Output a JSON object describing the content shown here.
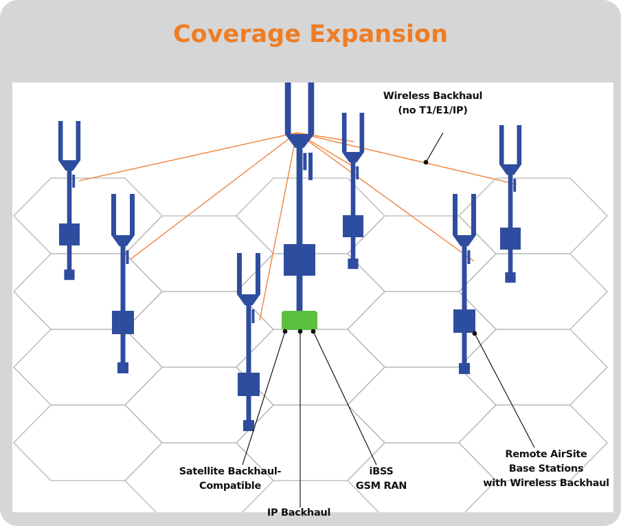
{
  "title": "Coverage Expansion",
  "colors": {
    "title": "#ef7d24",
    "frame": "#d6d6d6",
    "tower": "#2f4d9e",
    "link": "#f08a45",
    "hex_grid": "#b4b4b4",
    "ran_box": "#5bbf3f"
  },
  "labels": {
    "wireless_backhaul": [
      "Wireless Backhaul",
      "(no T1/E1/IP)"
    ],
    "remote_airsite": [
      "Remote AirSite",
      "Base Stations",
      "with Wireless Backhaul"
    ],
    "satellite": [
      "Satellite Backhaul-",
      "Compatible"
    ],
    "ibss": [
      "iBSS",
      "GSM RAN"
    ],
    "ip_backhaul": "IP Backhaul"
  }
}
